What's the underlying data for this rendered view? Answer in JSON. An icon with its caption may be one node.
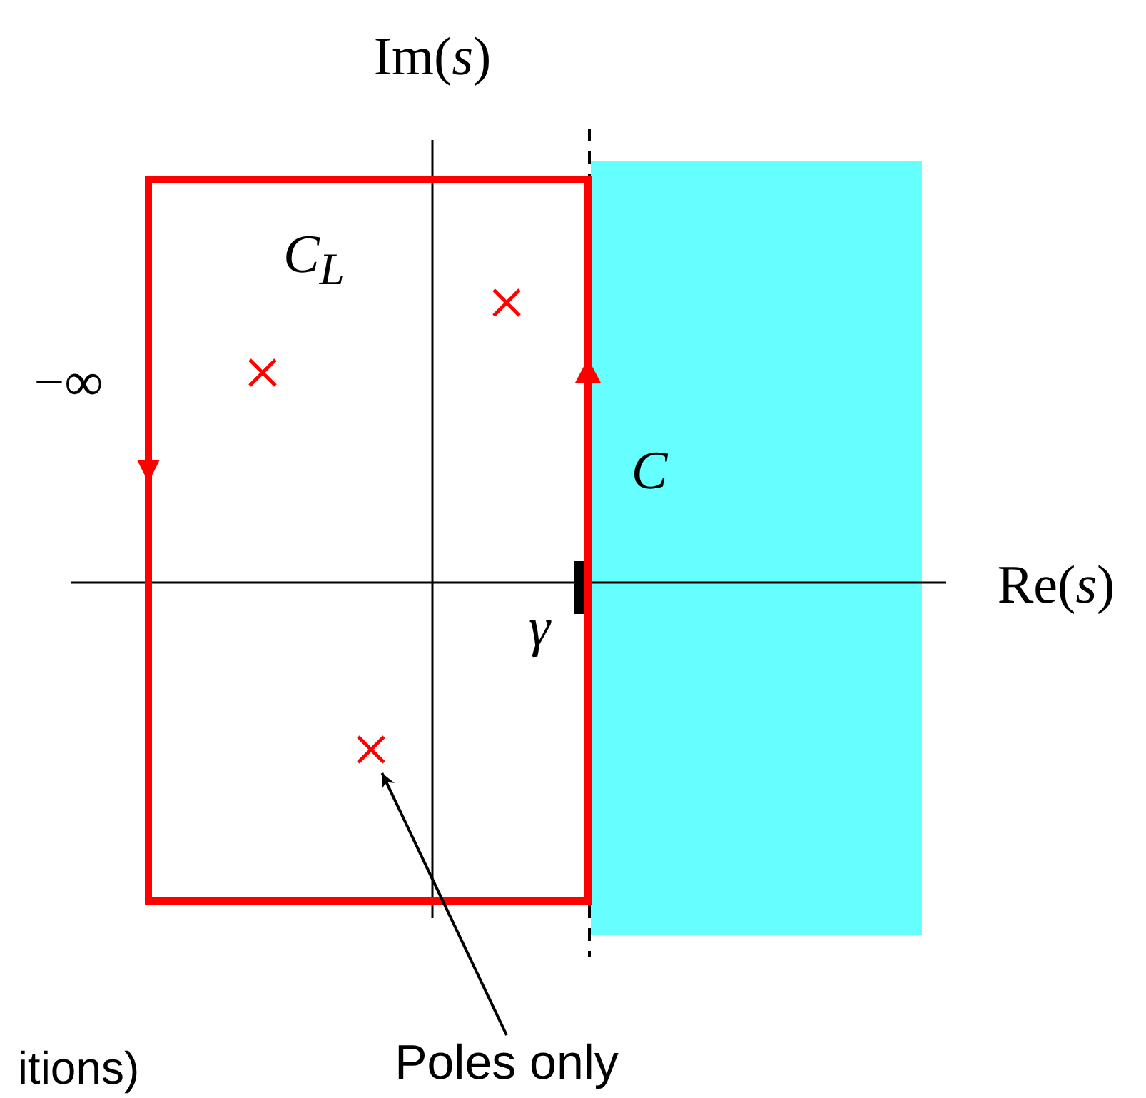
{
  "diagram": {
    "nodes": [
      {
        "text": [],
        "shape": "cross"
      },
      {
        "text": [],
        "shape": "cross"
      },
      {
        "text": [],
        "shape": "cross"
      },
      {
        "text": [
          "Poles only"
        ]
      }
    ],
    "edges": [
      {
        "from": 3,
        "to": 2,
        "arrow": "to"
      }
    ],
    "labels": [
      "Im(*s*)",
      "C$_{L}$",
      "−∞",
      "*C*",
      "Re(*s*)",
      "*γ*",
      "itions)"
    ]
  }
}
